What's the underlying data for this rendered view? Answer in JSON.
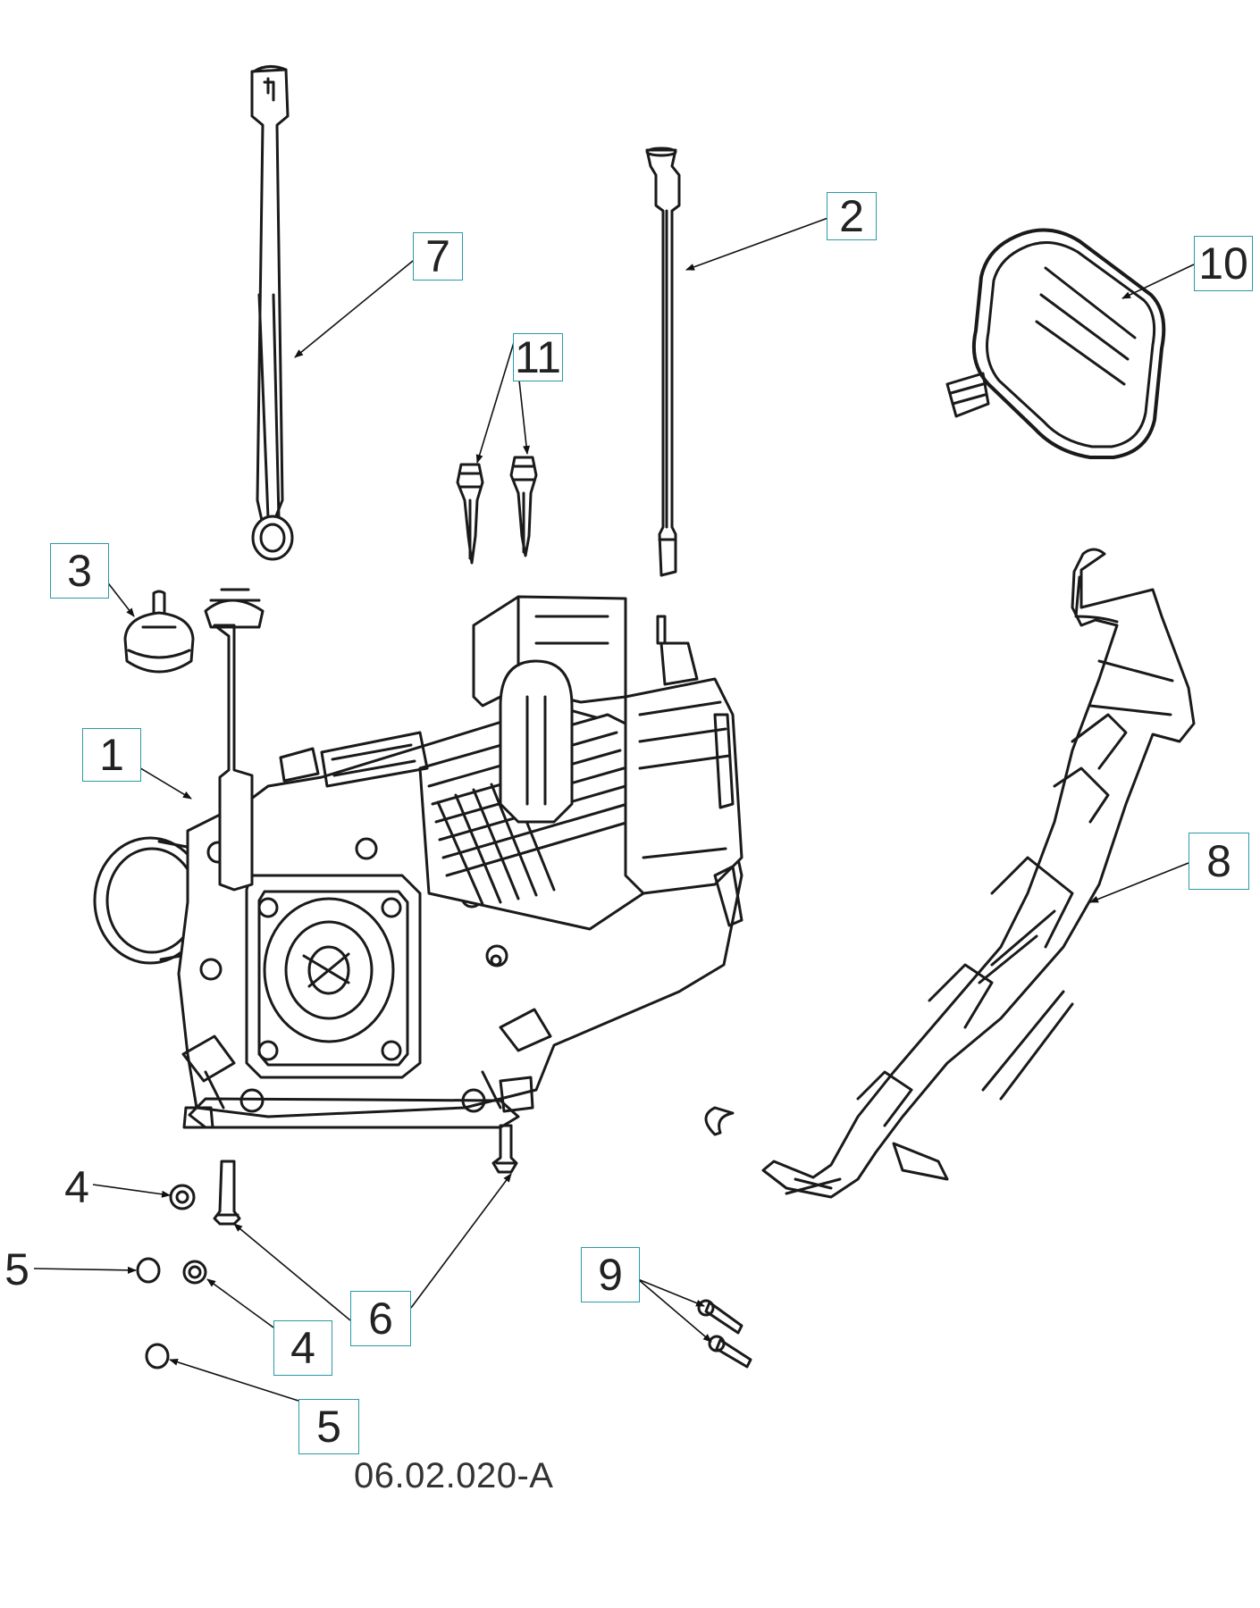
{
  "diagram_code": "06.02.020-A",
  "callouts": {
    "c1": "1",
    "c2": "2",
    "c3": "3",
    "c4a": "4",
    "c4b": "4",
    "c5a": "5",
    "c5b": "5",
    "c6": "6",
    "c7": "7",
    "c8": "8",
    "c9": "9",
    "c10": "10",
    "c11": "11"
  },
  "colors": {
    "callout_box": "#2a9aa6",
    "line_art": "#1a1a1a"
  }
}
